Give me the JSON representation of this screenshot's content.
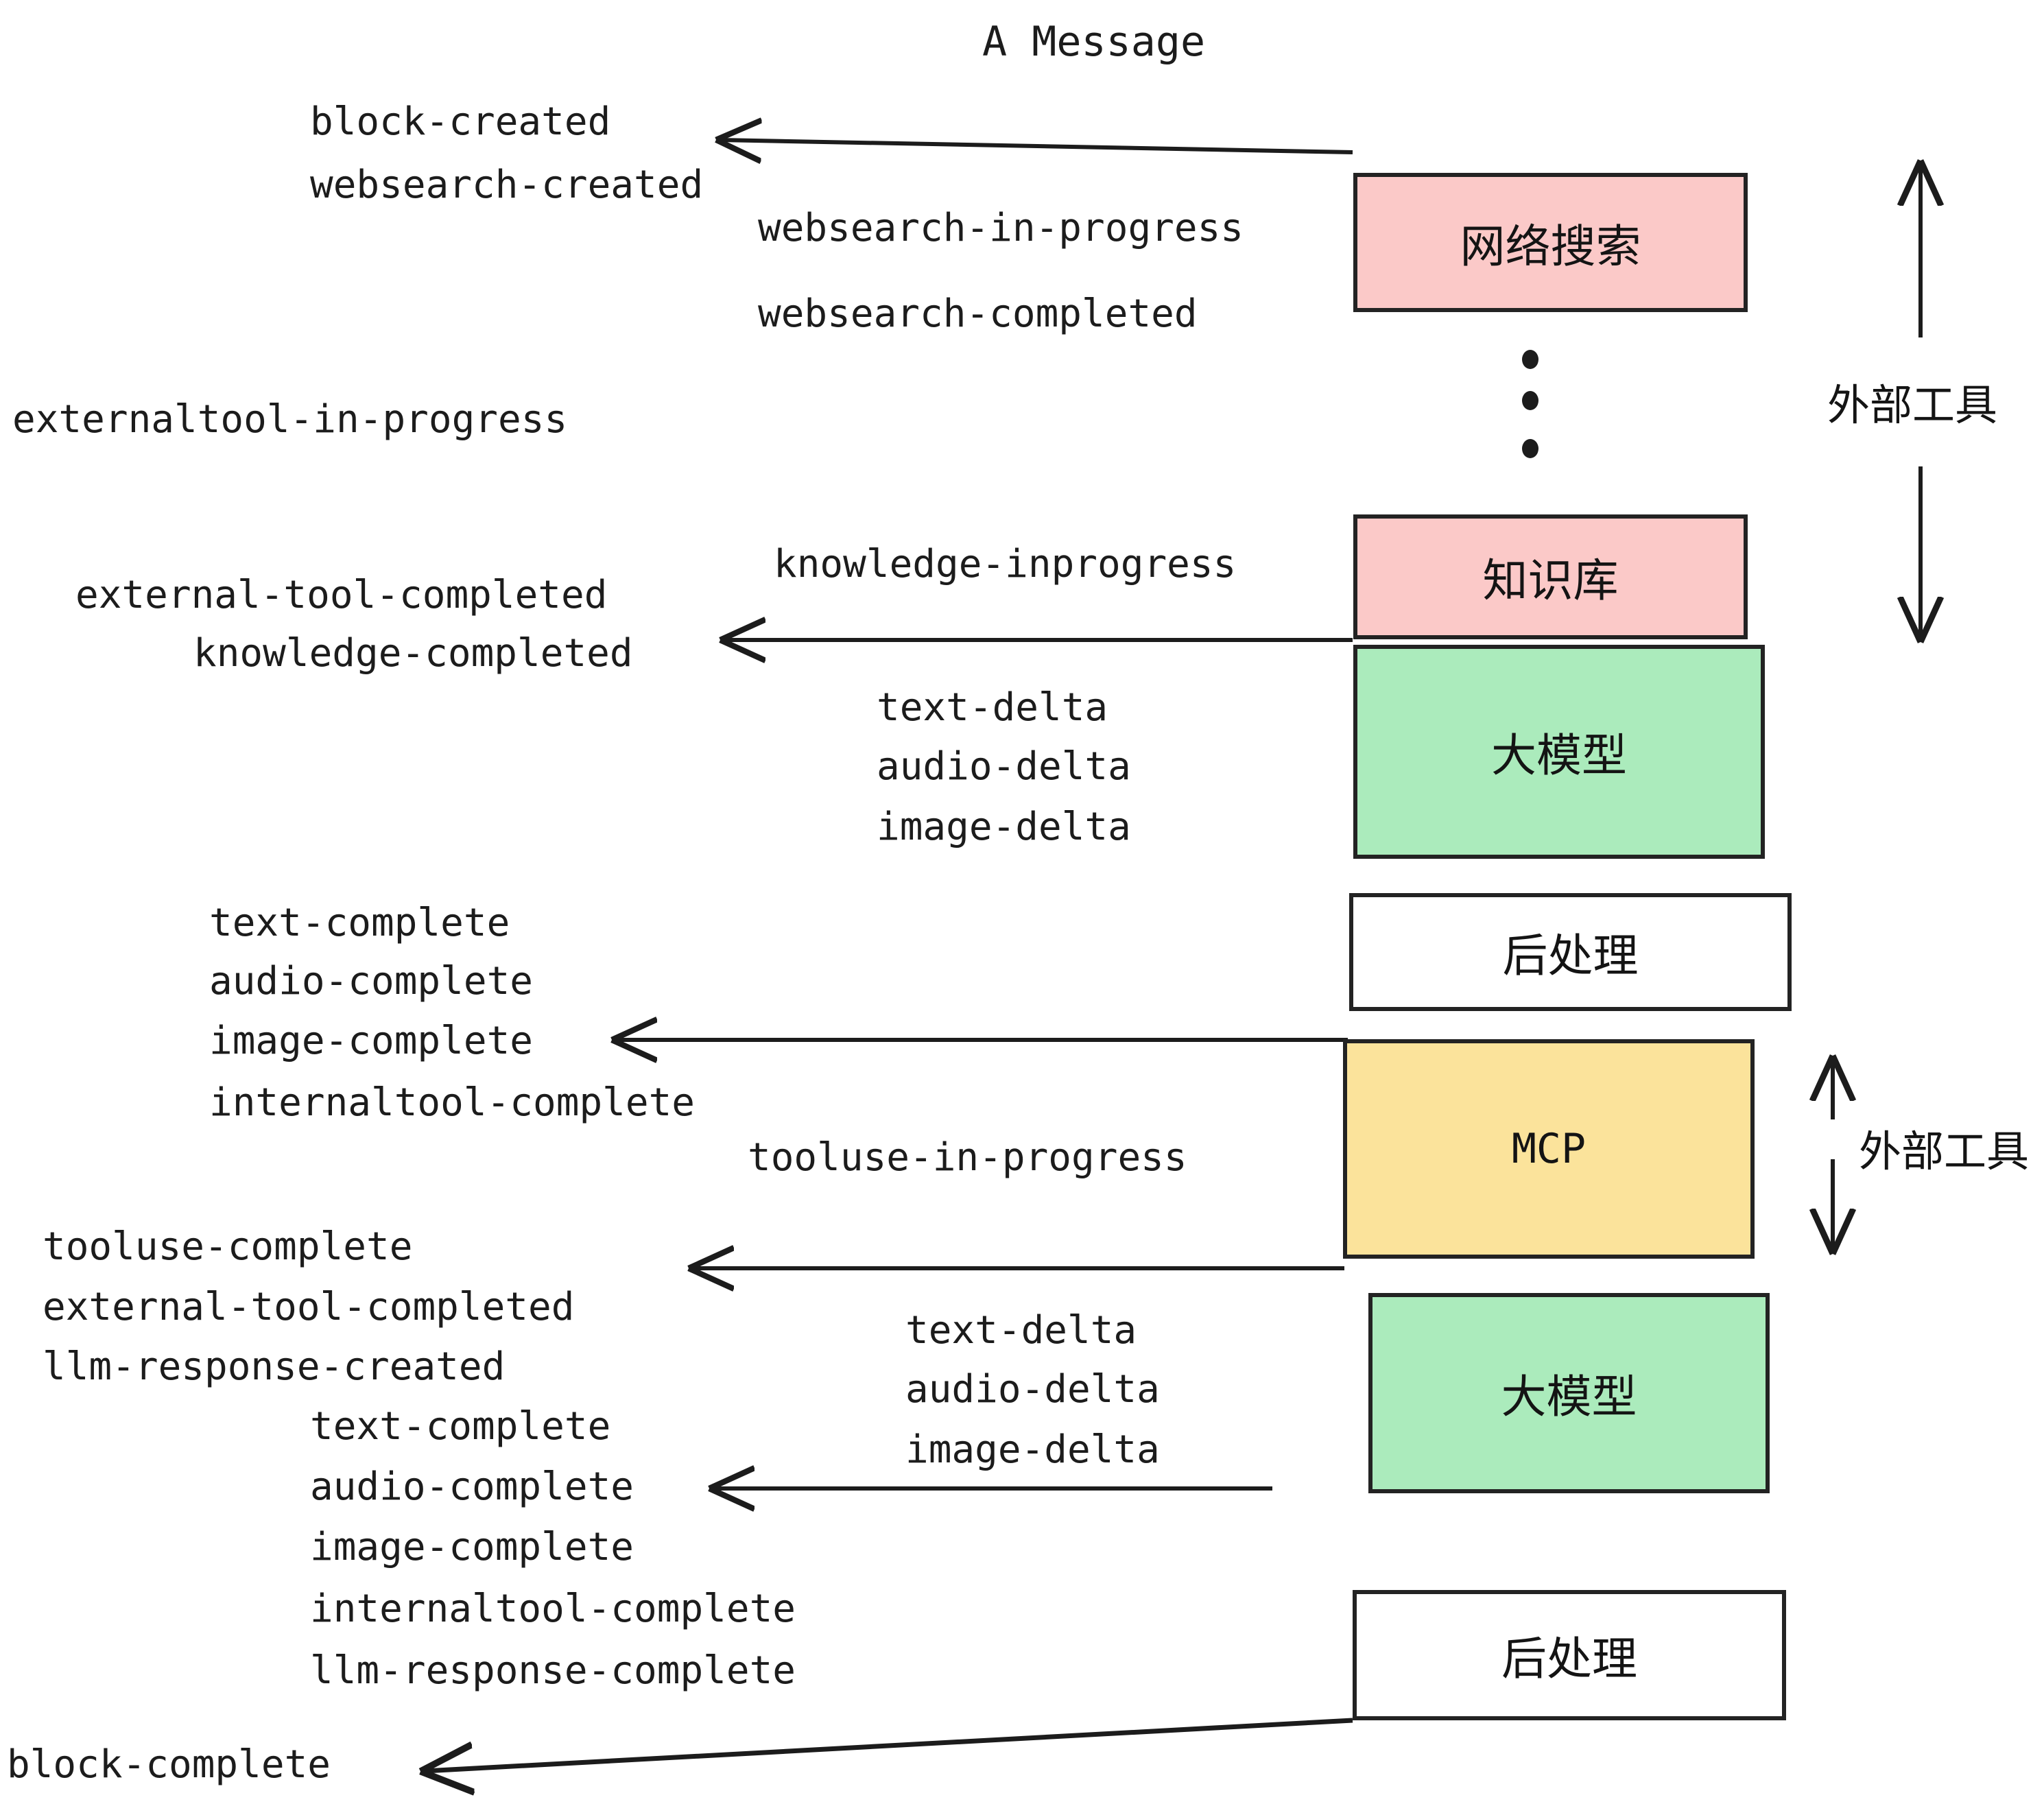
{
  "title": "A Message",
  "boxes": [
    {
      "id": "websearch",
      "label": "网络搜索",
      "color": "#FBC9C8"
    },
    {
      "id": "knowledge",
      "label": "知识库",
      "color": "#FBC9C8"
    },
    {
      "id": "llm-top",
      "label": "大模型",
      "color": "#ABEBBC"
    },
    {
      "id": "postprocess-top",
      "label": "后处理",
      "color": "#FFFFFF"
    },
    {
      "id": "mcp",
      "label": "MCP",
      "color": "#FBE39B"
    },
    {
      "id": "llm-bottom",
      "label": "大模型",
      "color": "#ABEBBC"
    },
    {
      "id": "postprocess-bottom",
      "label": "后处理",
      "color": "#FFFFFF"
    }
  ],
  "side_annotations": [
    {
      "id": "external-tools-top",
      "label": "外部工具"
    },
    {
      "id": "external-tools-bottom",
      "label": "外部工具"
    }
  ],
  "events": {
    "block_created": "block-created",
    "websearch_created": "websearch-created",
    "websearch_in_progress": "websearch-in-progress",
    "websearch_completed": "websearch-completed",
    "externaltool_in_progress": "externaltool-in-progress",
    "knowledge_inprogress": "knowledge-inprogress",
    "external_tool_completed_1": "external-tool-completed",
    "knowledge_completed": "knowledge-completed",
    "text_delta_1": "text-delta",
    "audio_delta_1": "audio-delta",
    "image_delta_1": "image-delta",
    "text_complete_1": "text-complete",
    "audio_complete_1": "audio-complete",
    "image_complete_1": "image-complete",
    "internaltool_complete_1": "internaltool-complete",
    "tooluse_in_progress": "tooluse-in-progress",
    "tooluse_complete": "tooluse-complete",
    "external_tool_completed_2": "external-tool-completed",
    "llm_response_created": "llm-response-created",
    "text_delta_2": "text-delta",
    "audio_delta_2": "audio-delta",
    "image_delta_2": "image-delta",
    "text_complete_2": "text-complete",
    "audio_complete_2": "audio-complete",
    "image_complete_2": "image-complete",
    "internaltool_complete_2": "internaltool-complete",
    "llm_response_complete": "llm-response-complete",
    "block_complete": "block-complete"
  },
  "colors": {
    "pink": "#FBC9C8",
    "green": "#ABEBBC",
    "yellow": "#FBE39B",
    "white": "#FFFFFF",
    "stroke": "#232323",
    "text": "#1c1c1c"
  }
}
